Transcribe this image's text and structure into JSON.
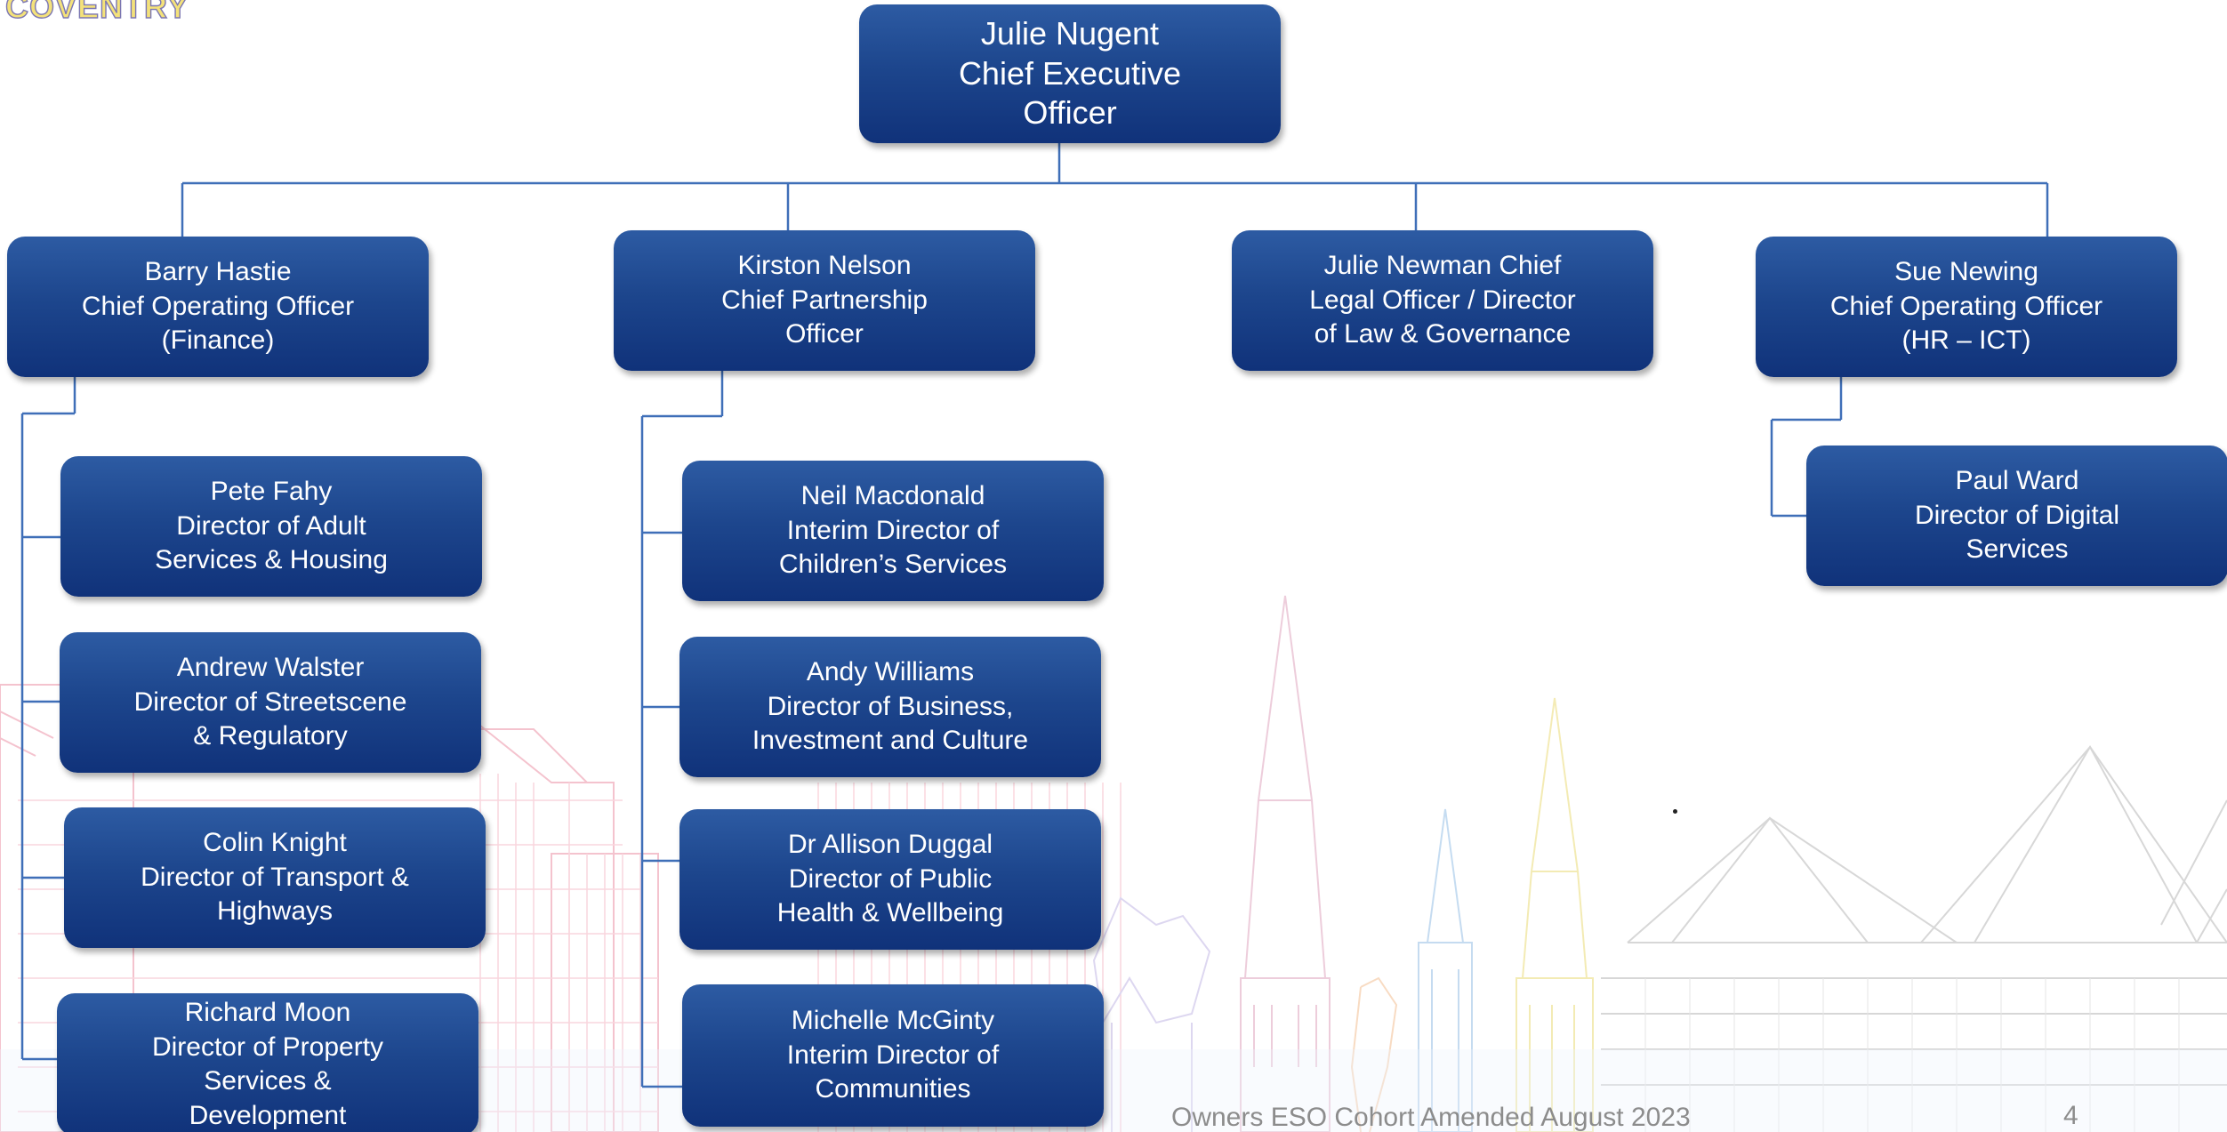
{
  "logo_text": "COVENTRY",
  "ceo": {
    "lines": [
      "Julie Nugent",
      "Chief Executive",
      "Officer"
    ]
  },
  "executives": [
    {
      "lines": [
        "Barry Hastie",
        "Chief Operating Officer",
        "(Finance)"
      ]
    },
    {
      "lines": [
        "Kirston Nelson",
        "Chief Partnership",
        "Officer"
      ]
    },
    {
      "lines": [
        "Julie Newman Chief",
        "Legal Officer / Director",
        "of Law & Governance"
      ]
    },
    {
      "lines": [
        "Sue Newing",
        "Chief Operating Officer",
        "(HR – ICT)"
      ]
    }
  ],
  "reports": {
    "barry_hastie": [
      {
        "lines": [
          "Pete Fahy",
          "Director of Adult",
          "Services & Housing"
        ]
      },
      {
        "lines": [
          "Andrew Walster",
          "Director of Streetscene",
          "& Regulatory"
        ]
      },
      {
        "lines": [
          "Colin Knight",
          "Director of Transport &",
          "Highways"
        ]
      },
      {
        "lines": [
          "Richard Moon",
          "Director of Property",
          "Services &",
          "Development"
        ]
      }
    ],
    "kirston_nelson": [
      {
        "lines": [
          "Neil Macdonald",
          "Interim Director of",
          "Children’s Services"
        ]
      },
      {
        "lines": [
          "Andy Williams",
          "Director of Business,",
          "Investment and Culture"
        ]
      },
      {
        "lines": [
          "Dr Allison Duggal",
          "Director of Public",
          "Health & Wellbeing"
        ]
      },
      {
        "lines": [
          "Michelle McGinty",
          "Interim Director of",
          "Communities"
        ]
      }
    ],
    "sue_newing": [
      {
        "lines": [
          "Paul Ward",
          "Director of Digital",
          "Services"
        ]
      }
    ]
  },
  "footer_text": "Owners ESO Cohort Amended August 2023",
  "page_number": "4",
  "colors": {
    "box_top": "#2d5ba3",
    "box_bottom": "#10327a",
    "connector": "#3f6fb8",
    "footer_text": "#8c8c8c"
  }
}
